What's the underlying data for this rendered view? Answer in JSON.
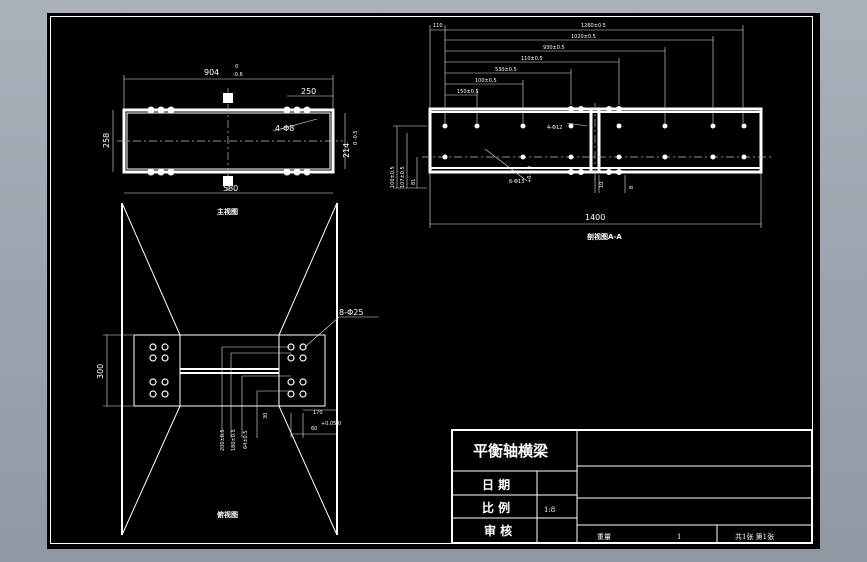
{
  "front_view": {
    "name": "主视图",
    "dim_top": "904",
    "dim_top_tol_upper": "0",
    "dim_top_tol_lower": "-0.6",
    "dim_250": "250",
    "dim_258": "258",
    "dim_214": "214",
    "dim_214_tol": "0 -0.5",
    "dim_bottom": "580",
    "hole_callout": "4-Φ8"
  },
  "section_view": {
    "name": "剖视图A-A",
    "dims_top": [
      "1260±0.5",
      "1020±0.5",
      "930±0.5",
      "110±0.5",
      "530±0.5",
      "100±0.5",
      "150±0.5"
    ],
    "dim_left_small": "110",
    "dim_width": "1400",
    "hole_callout_top": "4-Φ12",
    "hole_callout_bottom": "6-Φ13",
    "hole_callout_bottom_tol": "+0.2 0",
    "dim_left_1": "100±0.5",
    "dim_left_2": "107±0.5",
    "dim_left_3": "81",
    "dim_right_1": "10",
    "dim_right_2": "8"
  },
  "top_view": {
    "name": "俯视图",
    "dim_300": "300",
    "hole_callout": "8-Φ25",
    "dim_170": "170",
    "dim_60": "60",
    "dim_60_tol": "+0.05 0",
    "dims_vertical": [
      "200±0.5",
      "180±0.5",
      "64±0.5",
      "30"
    ]
  },
  "title_block": {
    "part_name": "平衡轴横梁",
    "row_date_label": "日 期",
    "row_scale_label": "比 例",
    "row_scale_value": "1:8",
    "row_review_label": "审 核",
    "weight_label": "重量",
    "weight_value": "1",
    "sheet_label": "共1张 第1张"
  }
}
